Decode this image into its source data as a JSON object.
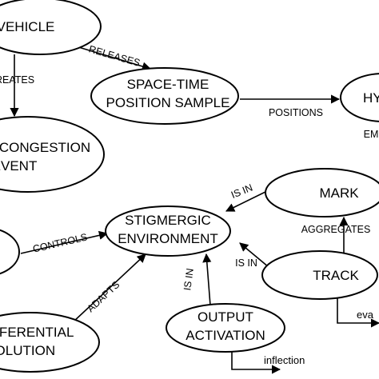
{
  "nodes": {
    "vehicle": {
      "lines": [
        "VEHICLE"
      ]
    },
    "congestion_event": {
      "lines": [
        "CONGESTION",
        "EVENT"
      ]
    },
    "space_time_sample": {
      "lines": [
        "SPACE-TIME",
        "POSITION SAMPLE"
      ]
    },
    "hyp": {
      "lines": [
        "HYP"
      ]
    },
    "mark": {
      "lines": [
        "MARK"
      ]
    },
    "stigmergic_environment": {
      "lines": [
        "STIGMERGIC",
        "ENVIRONMENT"
      ]
    },
    "track": {
      "lines": [
        "TRACK"
      ]
    },
    "left_node": {
      "lines": [
        ""
      ]
    },
    "differential_evolution": {
      "lines": [
        "DIFFERENTIAL",
        "EVOLUTION"
      ]
    },
    "output_activation": {
      "lines": [
        "OUTPUT",
        "ACTIVATION"
      ]
    }
  },
  "edges": {
    "creates": "CREATES",
    "releases": "RELEASES",
    "positions": "POSITIONS",
    "em": "EM",
    "is_in_mark": "IS IN",
    "aggregates": "AGGREGATES",
    "is_in_track": "IS IN",
    "controls": "CONTROLS",
    "adapts": "ADAPTS",
    "is_in_output": "IS IN",
    "eva": "eva",
    "inflection": "inflection"
  }
}
